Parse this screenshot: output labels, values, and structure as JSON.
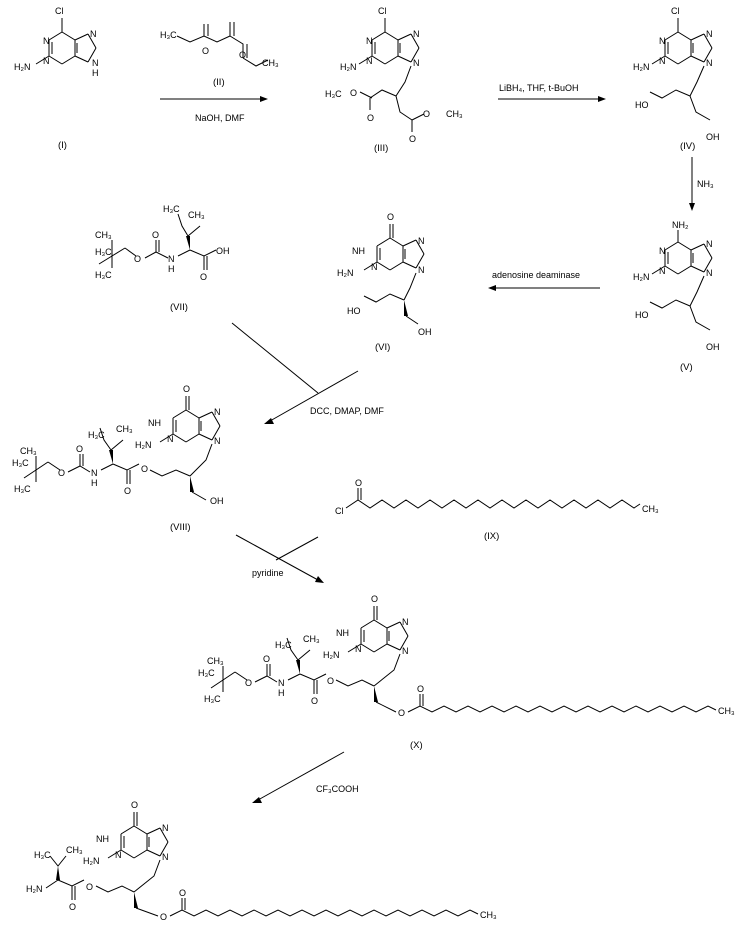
{
  "compounds": [
    {
      "id": "I",
      "label": "(I)"
    },
    {
      "id": "II",
      "label": "(II)"
    },
    {
      "id": "III",
      "label": "(III)"
    },
    {
      "id": "IV",
      "label": "(IV)"
    },
    {
      "id": "V",
      "label": "(V)"
    },
    {
      "id": "VI",
      "label": "(VI)"
    },
    {
      "id": "VII",
      "label": "(VII)"
    },
    {
      "id": "VIII",
      "label": "(VIII)"
    },
    {
      "id": "IX",
      "label": "(IX)"
    },
    {
      "id": "X",
      "label": "(X)"
    }
  ],
  "conditions": {
    "step1": "NaOH, DMF",
    "step2": "LiBH₄, THF, t-BuOH",
    "step3": "NH₃",
    "step4": "adenosine deaminase",
    "step5": "DCC, DMAP, DMF",
    "step6": "pyridine",
    "step7": "CF₃COOH"
  },
  "atoms": {
    "Cl": "Cl",
    "N": "N",
    "H": "H",
    "NH": "NH",
    "NH2": "NH₂",
    "H2N": "H₂N",
    "O": "O",
    "OH": "OH",
    "HO": "HO",
    "H3C": "H₃C",
    "CH3": "CH₃"
  }
}
